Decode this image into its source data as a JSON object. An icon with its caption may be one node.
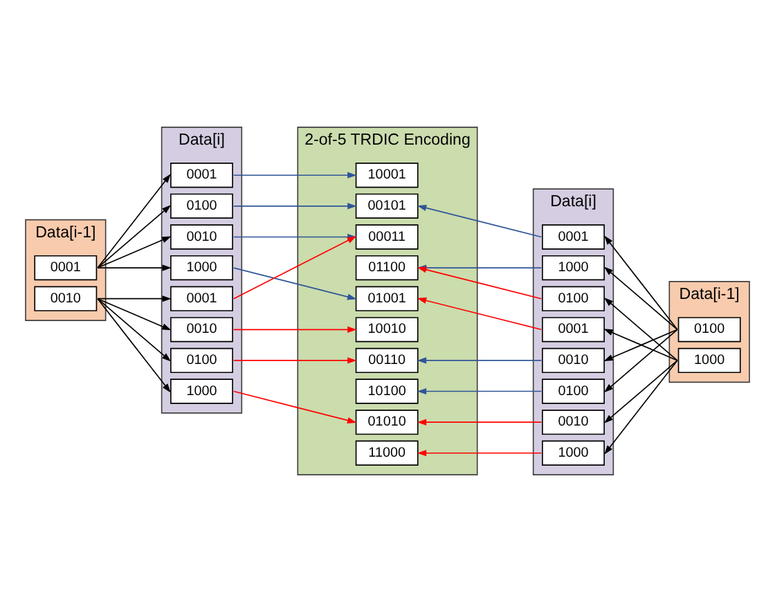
{
  "diagram": {
    "nodes": [
      {
        "text": [
          "Data[i-1]"
        ]
      },
      {
        "text": [
          "0001"
        ],
        "in": 0
      },
      {
        "text": [
          "0010"
        ],
        "in": 0
      },
      {
        "text": [
          "Data[i]"
        ]
      },
      {
        "text": [
          "0001"
        ],
        "in": 3
      },
      {
        "text": [
          "0010"
        ],
        "in": 3
      },
      {
        "text": [
          "0100"
        ],
        "in": 3
      },
      {
        "text": [
          "1000"
        ],
        "in": 3
      },
      {
        "text": [
          "0001"
        ],
        "in": 3
      },
      {
        "text": [
          "0010"
        ],
        "in": 3
      },
      {
        "text": [
          "0100"
        ],
        "in": 3
      },
      {
        "text": [
          "1000"
        ],
        "in": 3
      },
      {
        "text": [
          "2-of-5 TRDIC Encoding"
        ]
      },
      {
        "text": [
          "00011"
        ],
        "in": 12
      },
      {
        "text": [
          "00101"
        ],
        "in": 12
      },
      {
        "text": [
          "00110"
        ],
        "in": 12
      },
      {
        "text": [
          "01001"
        ],
        "in": 12
      },
      {
        "text": [
          "01010"
        ],
        "in": 12
      },
      {
        "text": [
          "01100"
        ],
        "in": 12
      },
      {
        "text": [
          "10001"
        ],
        "in": 12
      },
      {
        "text": [
          "10010"
        ],
        "in": 12
      },
      {
        "text": [
          "10100"
        ],
        "in": 12
      },
      {
        "text": [
          "11000"
        ],
        "in": 12
      },
      {
        "text": [
          "Data[i]"
        ]
      },
      {
        "text": [
          "0001"
        ],
        "in": 23
      },
      {
        "text": [
          "0010"
        ],
        "in": 23
      },
      {
        "text": [
          "0100"
        ],
        "in": 23
      },
      {
        "text": [
          "1000"
        ],
        "in": 23
      },
      {
        "text": [
          "0001"
        ],
        "in": 23
      },
      {
        "text": [
          "0010"
        ],
        "in": 23
      },
      {
        "text": [
          "0100"
        ],
        "in": 23
      },
      {
        "text": [
          "1000"
        ],
        "in": 23
      },
      {
        "text": [
          "Data[i-1]"
        ]
      },
      {
        "text": [
          "0100"
        ],
        "in": 32
      },
      {
        "text": [
          "1000"
        ],
        "in": 32
      }
    ],
    "edges": [
      {
        "from": 1,
        "to": 4,
        "arrow": "to"
      },
      {
        "from": 1,
        "to": 5,
        "arrow": "to"
      },
      {
        "from": 1,
        "to": 6,
        "arrow": "to"
      },
      {
        "from": 1,
        "to": 7,
        "arrow": "to"
      },
      {
        "from": 2,
        "to": 8,
        "arrow": "to"
      },
      {
        "from": 2,
        "to": 9,
        "arrow": "to"
      },
      {
        "from": 2,
        "to": 10,
        "arrow": "to"
      },
      {
        "from": 2,
        "to": 11,
        "arrow": "to"
      },
      {
        "from": 4,
        "to": 19,
        "arrow": "to",
        "color": "#2f5597"
      },
      {
        "from": 5,
        "to": 13,
        "arrow": "to",
        "color": "#2f5597"
      },
      {
        "from": 6,
        "to": 14,
        "arrow": "to",
        "color": "#2f5597"
      },
      {
        "from": 7,
        "to": 16,
        "arrow": "to",
        "color": "#2f5597"
      },
      {
        "from": 8,
        "to": 13,
        "arrow": "to",
        "color": "#ff0000"
      },
      {
        "from": 9,
        "to": 20,
        "arrow": "to",
        "color": "#ff0000"
      },
      {
        "from": 10,
        "to": 15,
        "arrow": "to",
        "color": "#ff0000"
      },
      {
        "from": 11,
        "to": 17,
        "arrow": "to",
        "color": "#ff0000"
      },
      {
        "from": 24,
        "to": 14,
        "arrow": "to",
        "color": "#2f5597"
      },
      {
        "from": 25,
        "to": 15,
        "arrow": "to",
        "color": "#2f5597"
      },
      {
        "from": 26,
        "to": 21,
        "arrow": "to",
        "color": "#2f5597"
      },
      {
        "from": 27,
        "to": 18,
        "arrow": "to",
        "color": "#2f5597"
      },
      {
        "from": 28,
        "to": 16,
        "arrow": "to",
        "color": "#ff0000"
      },
      {
        "from": 29,
        "to": 17,
        "arrow": "to",
        "color": "#ff0000"
      },
      {
        "from": 30,
        "to": 18,
        "arrow": "to",
        "color": "#ff0000"
      },
      {
        "from": 31,
        "to": 22,
        "arrow": "to",
        "color": "#ff0000"
      },
      {
        "from": 33,
        "to": 24,
        "arrow": "to"
      },
      {
        "from": 33,
        "to": 25,
        "arrow": "to"
      },
      {
        "from": 33,
        "to": 26,
        "arrow": "to"
      },
      {
        "from": 33,
        "to": 27,
        "arrow": "to"
      },
      {
        "from": 34,
        "to": 28,
        "arrow": "to"
      },
      {
        "from": 34,
        "to": 29,
        "arrow": "to"
      },
      {
        "from": 34,
        "to": 30,
        "arrow": "to"
      },
      {
        "from": 34,
        "to": 31,
        "arrow": "to"
      }
    ]
  }
}
